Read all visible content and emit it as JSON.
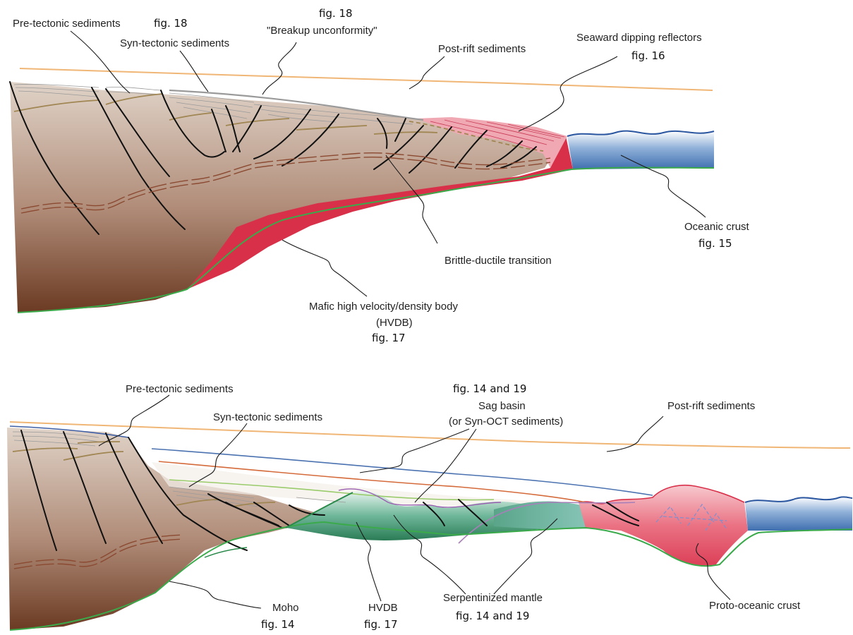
{
  "colors": {
    "continental_crust_top": "#d8c8bc",
    "continental_crust_bottom": "#6b3a22",
    "hvdb": "#d9304a",
    "oceanic_crust": "#3f6fb0",
    "serpentinized_mantle": "#2f8a5c",
    "proto_oceanic_crust": "#e2566a",
    "post_rift_line": "#f0b676",
    "moho": "#3aaa4a",
    "brittle_ductile": "#8b4a32"
  },
  "top_panel": {
    "labels": {
      "pre_tectonic": "Pre-tectonic sediments",
      "pre_tectonic_fig": "fig. 18",
      "breakup_fig": "fig. 18",
      "breakup": "\"Breakup unconformity\"",
      "syn_tectonic": "Syn-tectonic sediments",
      "post_rift": "Post-rift sediments",
      "sdr": "Seaward dipping reflectors",
      "sdr_fig": "fig. 16",
      "oceanic_crust": "Oceanic crust",
      "oceanic_crust_fig": "fig. 15",
      "brittle_ductile": "Brittle-ductile transition",
      "hvdb_line1": "Mafic high velocity/density body",
      "hvdb_line2": "(HVDB)",
      "hvdb_fig": "fig. 17"
    }
  },
  "bottom_panel": {
    "labels": {
      "pre_tectonic": "Pre-tectonic sediments",
      "syn_tectonic": "Syn-tectonic sediments",
      "sag_fig": "fig. 14 and 19",
      "sag_line1": "Sag basin",
      "sag_line2": "(or Syn-OCT sediments)",
      "post_rift": "Post-rift sediments",
      "moho": "Moho",
      "moho_fig": "fig. 14",
      "hvdb": "HVDB",
      "hvdb_fig": "fig. 17",
      "serp": "Serpentinized mantle",
      "serp_fig": "fig. 14 and 19",
      "proto": "Proto-oceanic crust"
    }
  }
}
